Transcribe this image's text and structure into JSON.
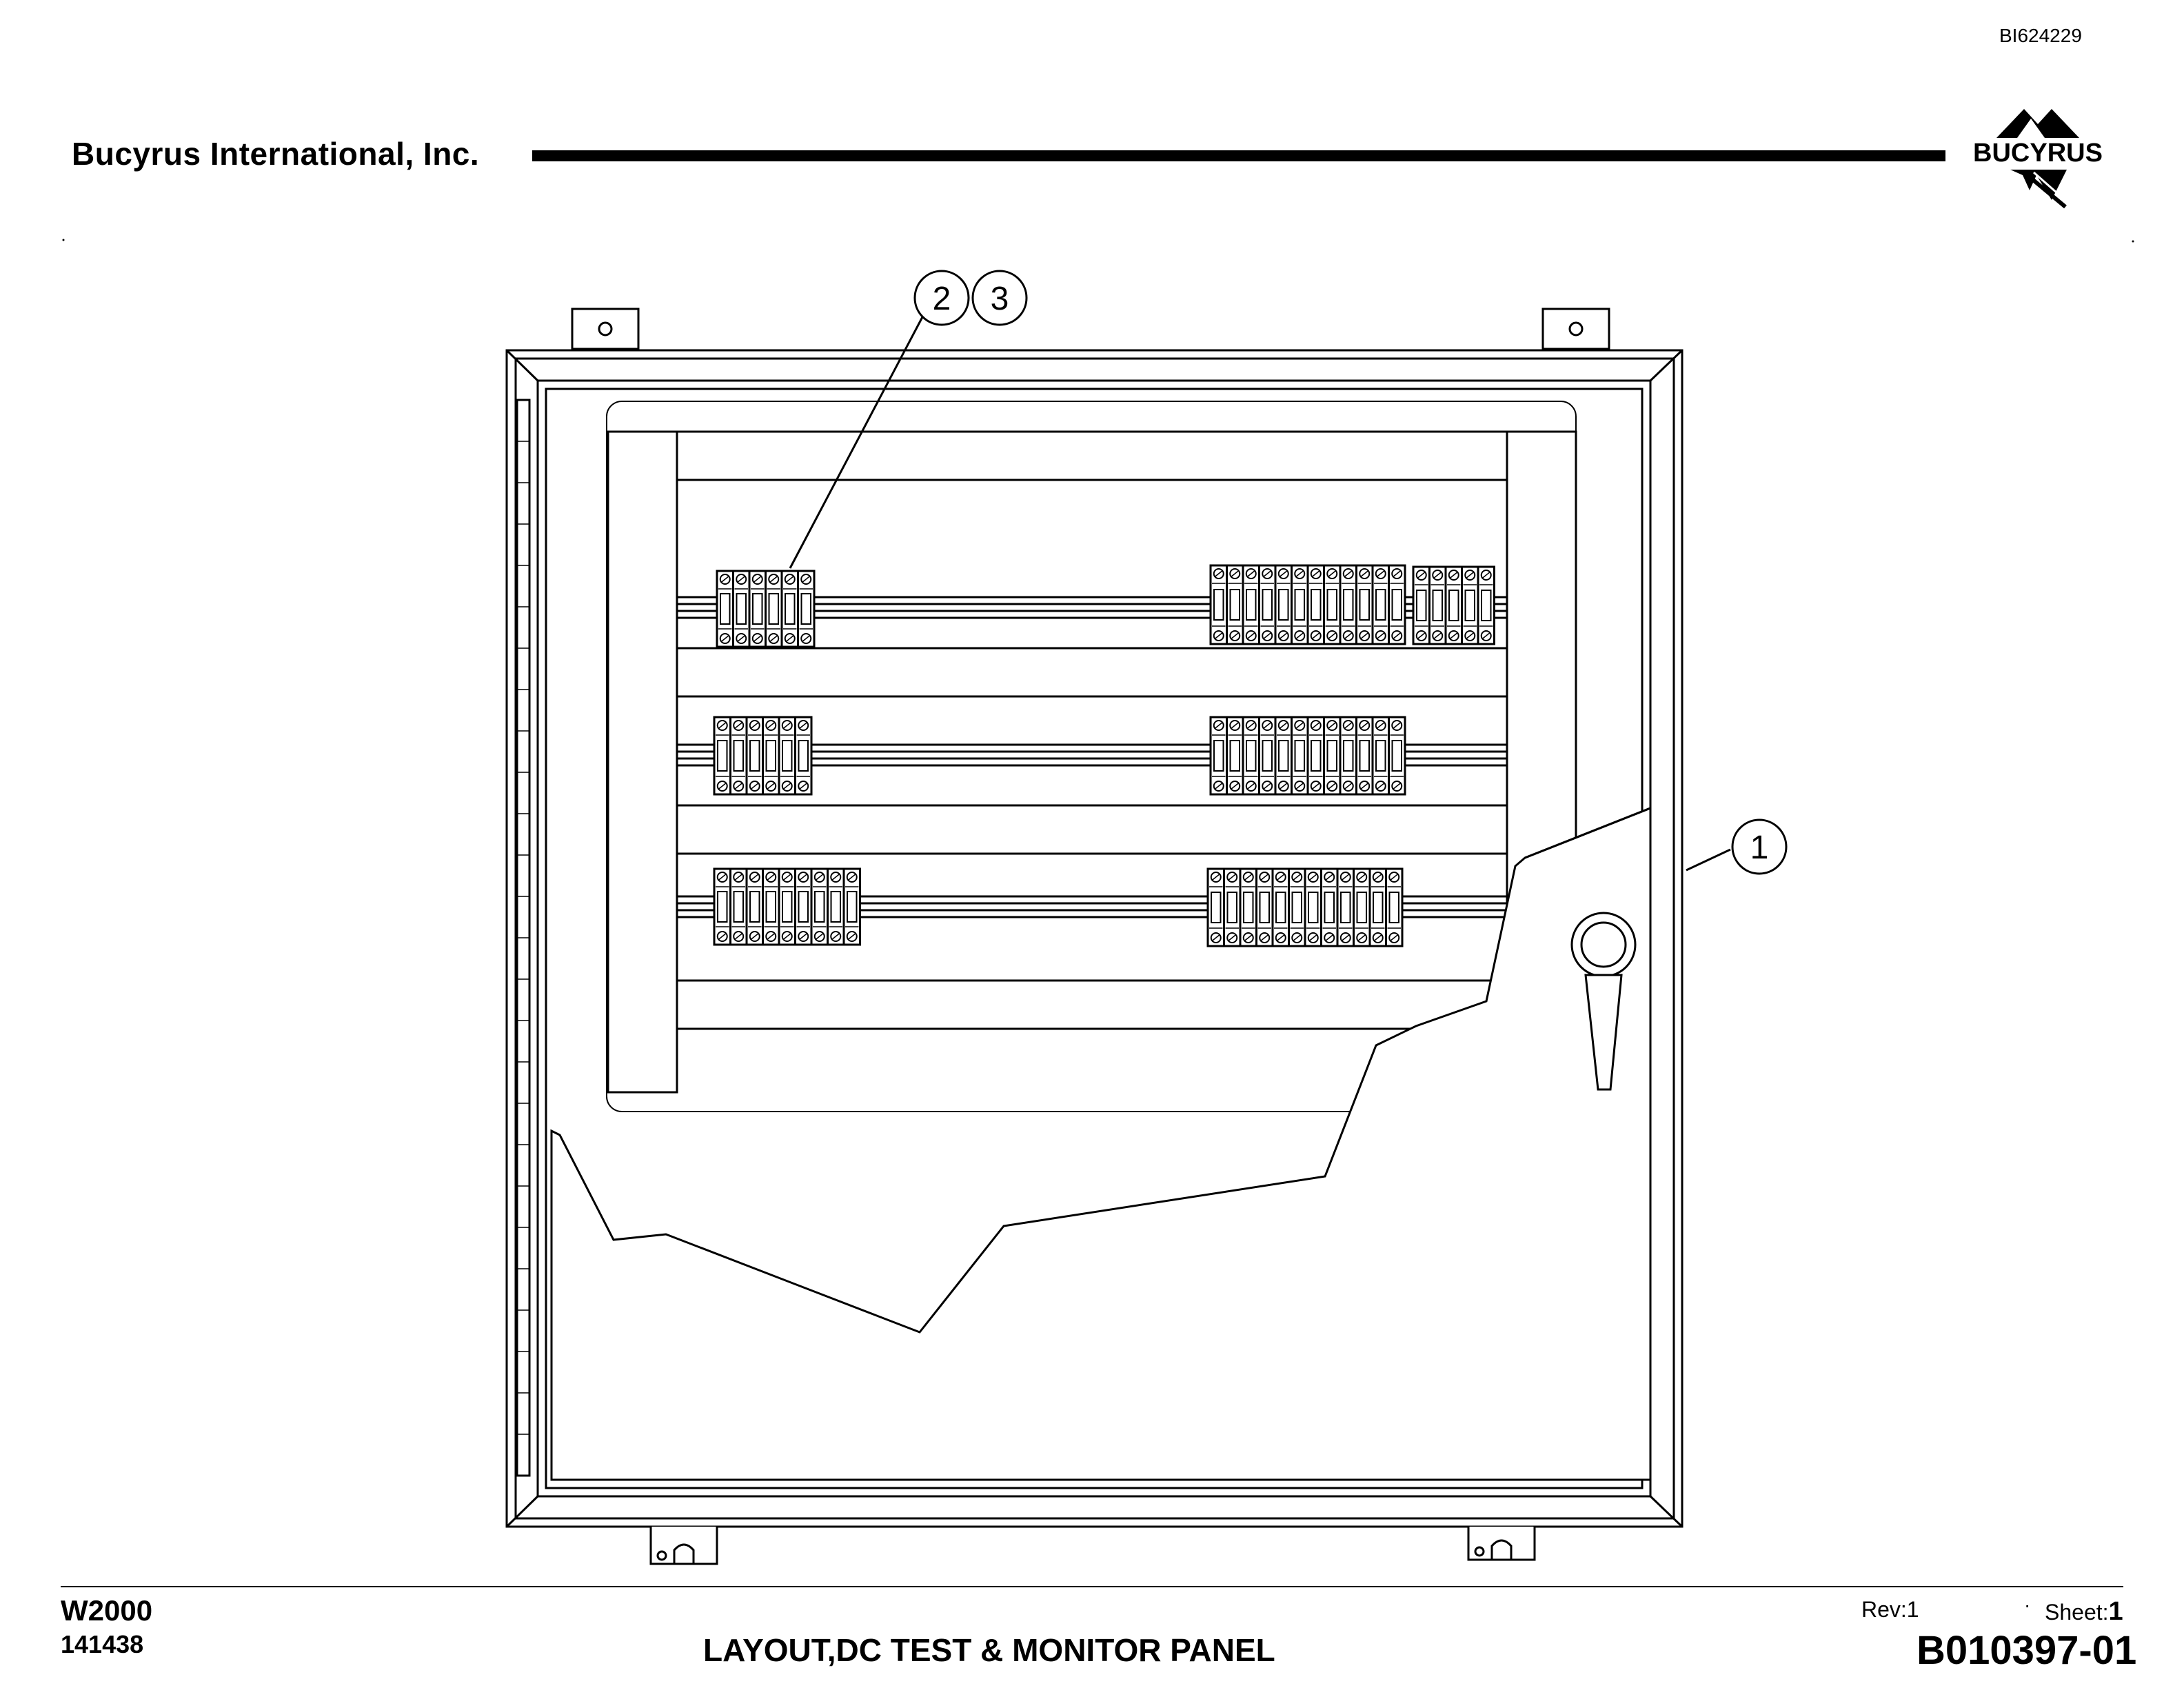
{
  "header": {
    "doc_id": "BI624229",
    "company": "Bucyrus International, Inc.",
    "logo_text": "BUCYRUS"
  },
  "drawing": {
    "callouts": [
      "2",
      "3",
      "1"
    ]
  },
  "footer": {
    "model": "W2000",
    "serial": "141438",
    "title": "LAYOUT,DC TEST & MONITOR PANEL",
    "rev_label": "Rev:1",
    "sheet_label": "Sheet:",
    "sheet_number": "1",
    "drawing_number": "B010397-01"
  }
}
